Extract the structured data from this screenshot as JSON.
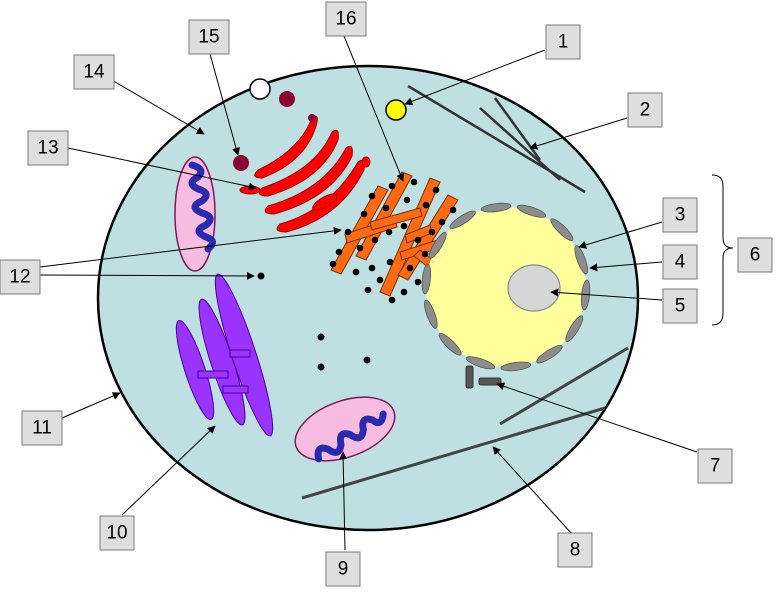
{
  "diagram": {
    "labels": [
      "1",
      "2",
      "3",
      "4",
      "5",
      "6",
      "7",
      "8",
      "9",
      "10",
      "11",
      "12",
      "13",
      "14",
      "15",
      "16"
    ],
    "colors": {
      "cytoplasm": "#bfe0e2",
      "nucleoplasm": "#ffff9c",
      "nucleolus": "#d6d6d6",
      "nuclear_pore_segment": "#8c8c8c",
      "golgi": "#ff0000",
      "vesicle": "#8b0033",
      "rough_er": "#ff6a13",
      "ribosome": "#000000",
      "mitochondrion_outer": "#f6bde0",
      "mitochondrion_cristae": "#2a2ab0",
      "smooth_er": "#9b33ff",
      "centrosome": "#ffff00",
      "label_box": "#dedede"
    }
  }
}
